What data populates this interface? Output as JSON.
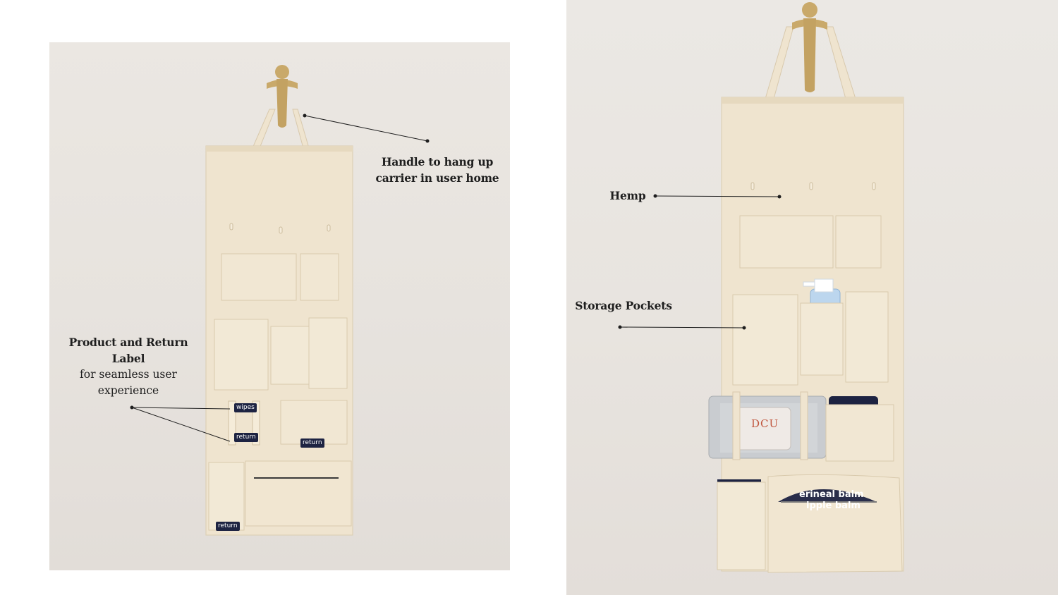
{
  "colors": {
    "canvas": "#e8e4df",
    "hemp": "#efe4cf",
    "hemp_shadow": "#dccdb2",
    "brass": "#c9a96a",
    "navy": "#1d2342",
    "caption_text": "#1e1e1e"
  },
  "left_photo": {
    "captions": {
      "handle": {
        "line1": "Handle to hang up",
        "line2": "carrier in user home"
      },
      "label": {
        "line1": "Product and Return",
        "line2": "Label",
        "line3": "for seamless user",
        "line4": "experience"
      }
    },
    "tags": {
      "wipes": "wipes",
      "return_strap": "return",
      "return_pocket": "return",
      "return_bottom": "return"
    }
  },
  "right_photo": {
    "captions": {
      "hemp": "Hemp",
      "pockets": "Storage Pockets"
    },
    "products": {
      "wipes_brand": "DCU",
      "balm_line1": "erineal balm",
      "balm_line2": "ipple balm"
    }
  }
}
